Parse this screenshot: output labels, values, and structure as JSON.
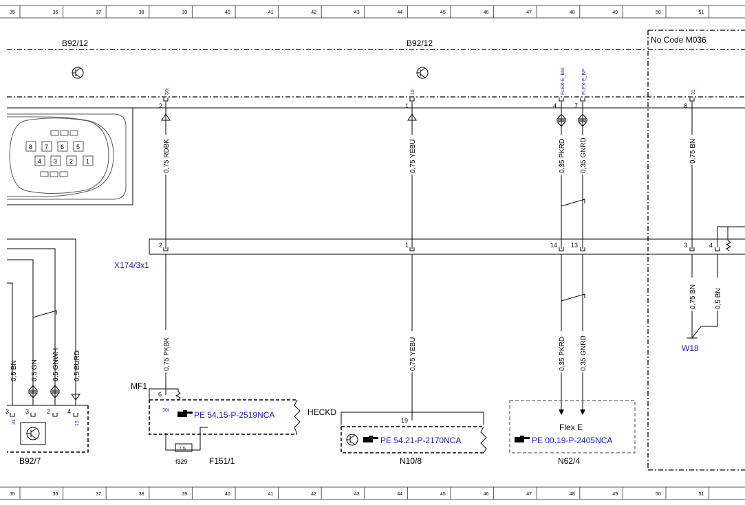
{
  "ruler": {
    "columns": [
      "35",
      "36",
      "37",
      "38",
      "39",
      "40",
      "41",
      "42",
      "43",
      "44",
      "45",
      "46",
      "47",
      "48",
      "49",
      "50",
      "51"
    ]
  },
  "headers": {
    "component_left": "B92/12",
    "component_mid": "B92/12",
    "no_code": "No Code M036"
  },
  "top_pins": {
    "p1": {
      "num": "2",
      "signal": "30t"
    },
    "p2": {
      "num": "1",
      "signal": "15"
    },
    "p3": {
      "num": "4",
      "signal": "FLEX-E_BM"
    },
    "p4": {
      "num": "7",
      "signal": "FLEX-E_BP"
    },
    "p5": {
      "num": "8",
      "signal": "31"
    }
  },
  "connector_face": {
    "pins_top": [
      "8",
      "7",
      "6",
      "5"
    ],
    "pins_bottom": [
      "4",
      "3",
      "2",
      "1"
    ]
  },
  "upper_wires": {
    "w1": "0,75 RDBK",
    "w2": "0,75 YEBU",
    "w3": "0,35 PKRD",
    "w4": "0,35 GNRD",
    "w5": "0,75 BN"
  },
  "bus": {
    "name": "X174/3x1",
    "pins": [
      "2",
      "1",
      "14",
      "13",
      "3",
      "4"
    ]
  },
  "lower_wires": {
    "w1": "0,75 PKBK",
    "w2": "0,75 YEBU",
    "w3": "0,35 PKRD",
    "w4": "0,35 GNRD",
    "w5": "0,75 BN",
    "w6": "0,5 BN"
  },
  "w18": "W18",
  "left_wires": [
    "0,5 BN",
    "0,5 GN",
    "0,5 GNWH",
    "0,5 BURD"
  ],
  "left_pins": [
    "3",
    "3",
    "2",
    "4"
  ],
  "left_pin_signals": {
    "first": "31",
    "last": "15"
  },
  "b92_7": "B92/7",
  "mf1": {
    "label": "MF1",
    "pin": "6",
    "signal": "30t"
  },
  "f151": {
    "ref": "PE 54.15-P-2519NCA",
    "fuse_value": "7,5",
    "fuse_name": "f329",
    "name": "F151/1"
  },
  "heckd": "HECKD",
  "n10": {
    "pin": "19",
    "ref": "PE 54.21-P-2170NCA",
    "name": "N10/8"
  },
  "n62": {
    "title": "Flex E",
    "ref": "PE 00.19-P-2405NCA",
    "name": "N62/4"
  },
  "colors": {
    "link": "#1a1adb",
    "line": "#000000",
    "frame": "#555555"
  },
  "icons": [
    "transistor-icon",
    "hand-pointer-icon",
    "connector-face-icon",
    "fuse-icon",
    "arrow-icon"
  ]
}
